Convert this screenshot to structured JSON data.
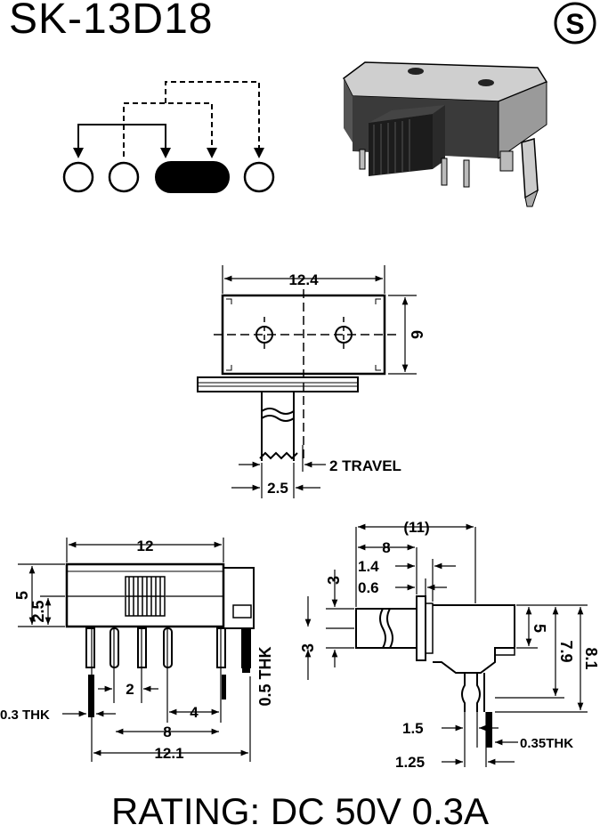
{
  "header": {
    "model": "SK-13D18",
    "logo_letter": "S"
  },
  "top_view": {
    "width": "12.4",
    "height": "6",
    "travel": "2 TRAVEL",
    "knob_width": "2.5"
  },
  "front_view": {
    "width": "12",
    "height": "5",
    "inner_height": "2.5",
    "pitch": "2",
    "spacing": "4",
    "span": "8",
    "overall": "12.1",
    "pin_thk": "0.3 THK",
    "leg_thk": "0.5 THK"
  },
  "side_view": {
    "overall": "(11)",
    "knob_length": "8",
    "flange": "1.4",
    "flange_thk": "0.6",
    "knob_height": "3",
    "knob_offset": "3",
    "body_height": "5",
    "height_a": "7.9",
    "height_b": "8.1",
    "pin_w": "1.5",
    "pin_gap": "1.25",
    "pin_thk": "0.35THK"
  },
  "footer": {
    "rating": "RATING: DC 50V 0.3A"
  }
}
